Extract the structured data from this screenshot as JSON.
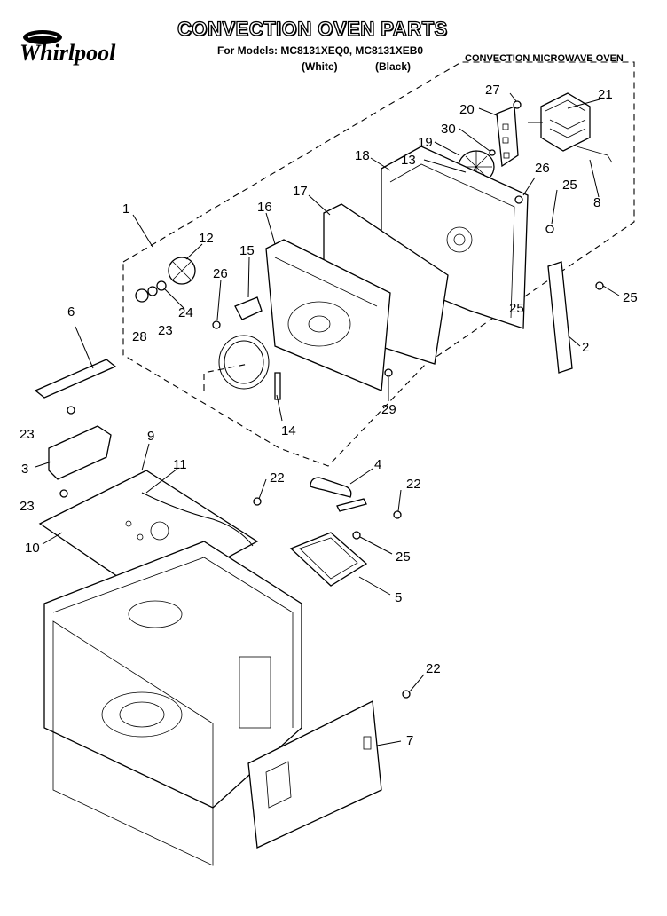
{
  "header": {
    "title": "CONVECTION OVEN PARTS",
    "models_line": "For Models: MC8131XEQ0, MC8131XEB0",
    "white_label": "(White)",
    "black_label": "(Black)",
    "subtitle": "CONVECTION MICROWAVE OVEN",
    "brand": "Whirlpool"
  },
  "callouts": [
    "1",
    "2",
    "3",
    "4",
    "5",
    "6",
    "7",
    "8",
    "9",
    "10",
    "11",
    "12",
    "13",
    "14",
    "15",
    "16",
    "17",
    "18",
    "19",
    "20",
    "21",
    "22",
    "22",
    "22",
    "23",
    "23",
    "23",
    "24",
    "25",
    "25",
    "25",
    "25",
    "26",
    "26",
    "27",
    "28",
    "29",
    "30"
  ]
}
